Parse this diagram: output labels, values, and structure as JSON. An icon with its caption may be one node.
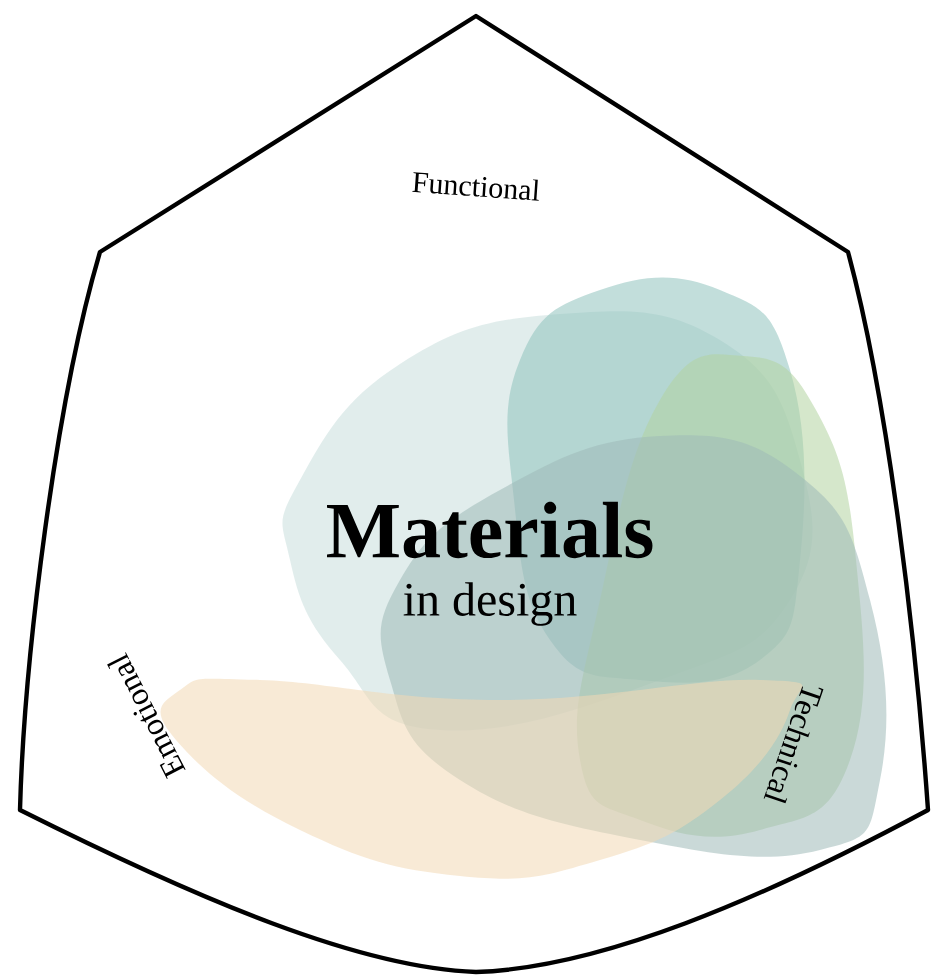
{
  "diagram": {
    "labels": [
      "Functional",
      "Materials",
      "in design",
      "Emotional",
      "Technical"
    ]
  }
}
